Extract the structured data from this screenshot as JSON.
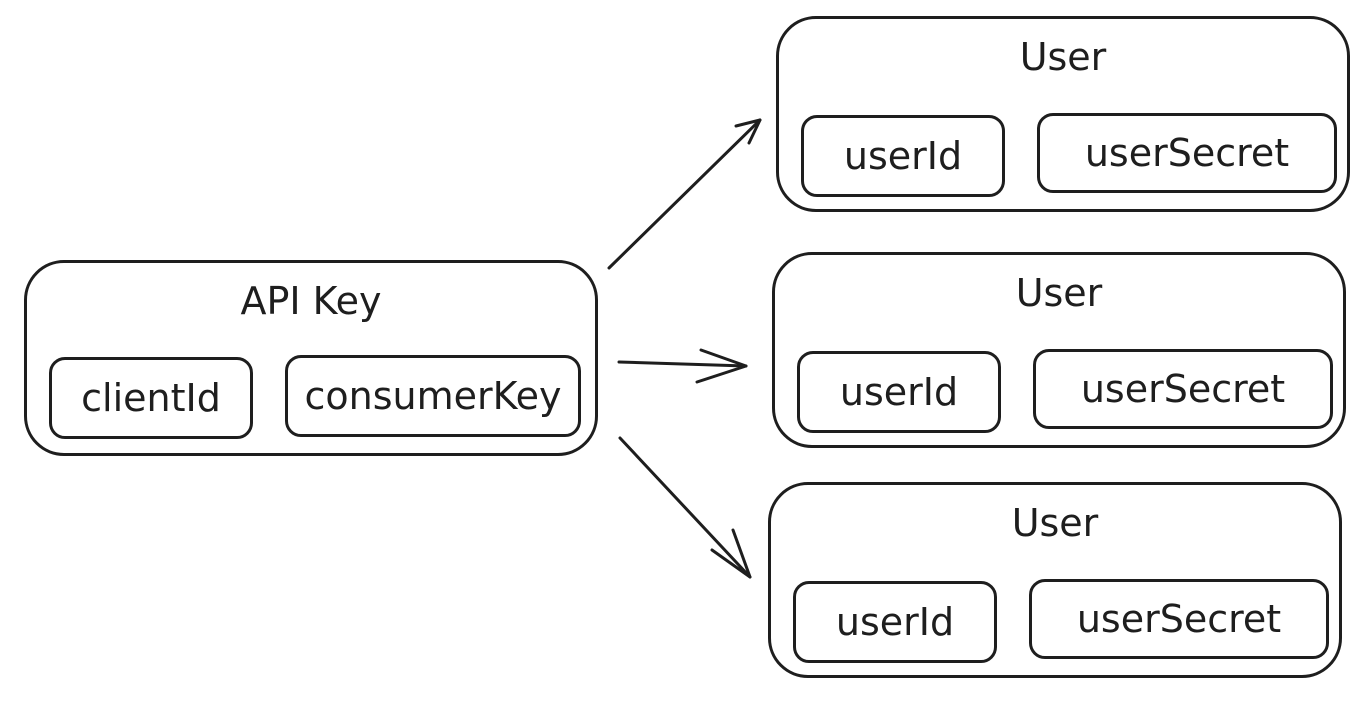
{
  "api_key": {
    "title": "API Key",
    "fields": [
      "clientId",
      "consumerKey"
    ]
  },
  "users": [
    {
      "title": "User",
      "fields": [
        "userId",
        "userSecret"
      ]
    },
    {
      "title": "User",
      "fields": [
        "userId",
        "userSecret"
      ]
    },
    {
      "title": "User",
      "fields": [
        "userId",
        "userSecret"
      ]
    }
  ],
  "colors": {
    "stroke": "#1e1e1e",
    "background": "#ffffff"
  }
}
